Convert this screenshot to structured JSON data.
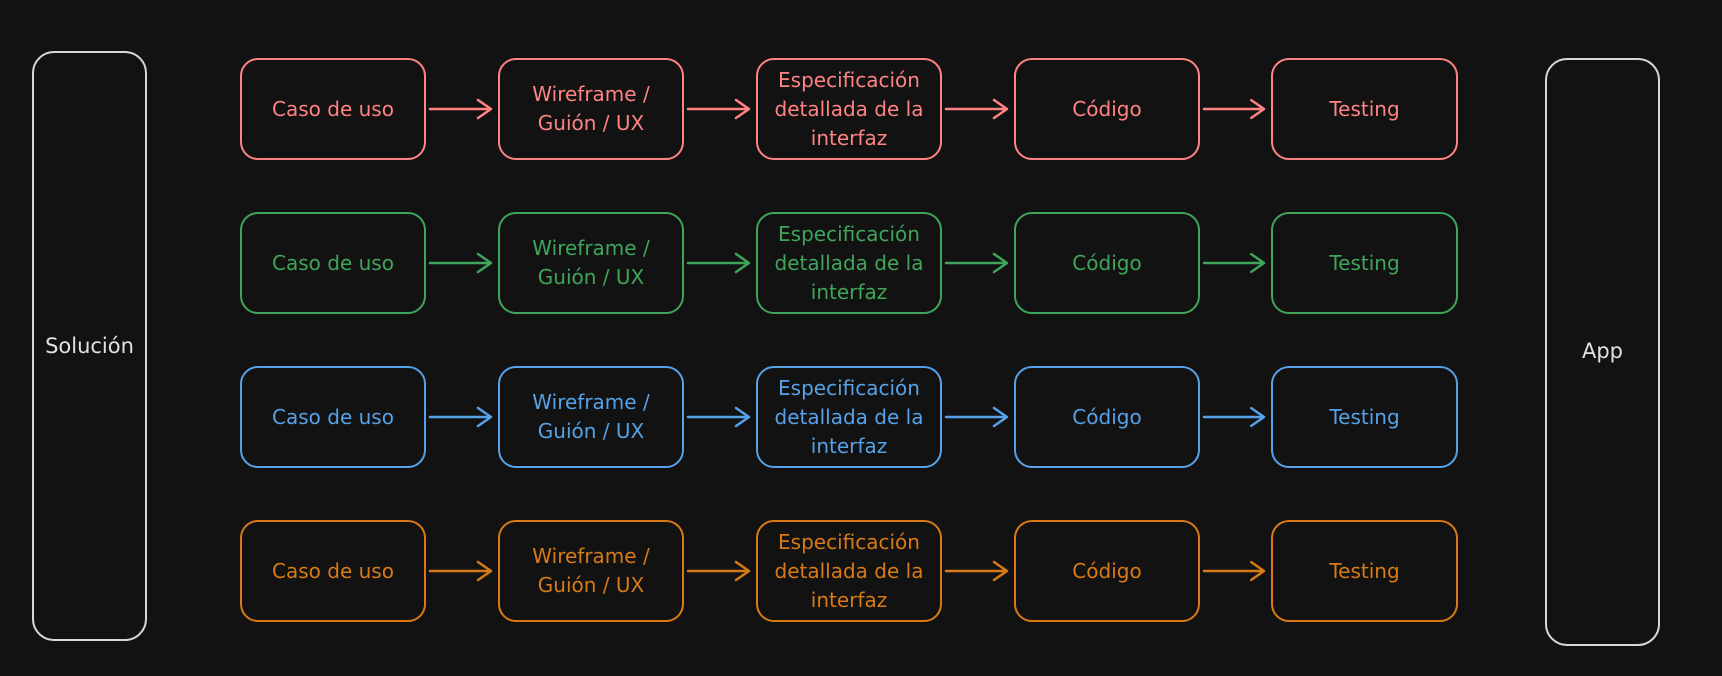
{
  "left_panel": {
    "label": "Solución"
  },
  "right_panel": {
    "label": "App"
  },
  "rows": [
    {
      "color": "#ff8383",
      "steps": [
        "Caso de uso",
        "Wireframe / Guión / UX",
        "Especificación detallada de la interfaz",
        "Código",
        "Testing"
      ]
    },
    {
      "color": "#3fa55a",
      "steps": [
        "Caso de uso",
        "Wireframe / Guión / UX",
        "Especificación detallada de la interfaz",
        "Código",
        "Testing"
      ]
    },
    {
      "color": "#56a2e8",
      "steps": [
        "Caso de uso",
        "Wireframe / Guión / UX",
        "Especificación detallada de la interfaz",
        "Código",
        "Testing"
      ]
    },
    {
      "color": "#d87a16",
      "steps": [
        "Caso de uso",
        "Wireframe / Guión / UX",
        "Especificación detallada de la interfaz",
        "Código",
        "Testing"
      ]
    }
  ]
}
